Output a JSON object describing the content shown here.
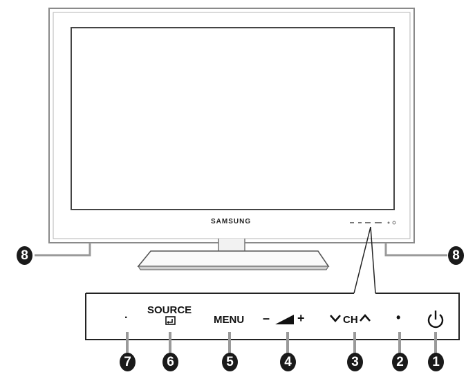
{
  "tv": {
    "brand": "SAMSUNG"
  },
  "panel": {
    "dot_small": "·",
    "source_label": "SOURCE",
    "menu_label": "MENU",
    "volume_minus": "–",
    "volume_plus": "+",
    "channel_label": "CH",
    "dot_large": "•"
  },
  "callouts": [
    {
      "number": "1",
      "target": "power-button"
    },
    {
      "number": "2",
      "target": "power-indicator"
    },
    {
      "number": "3",
      "target": "channel-buttons"
    },
    {
      "number": "4",
      "target": "volume-buttons"
    },
    {
      "number": "5",
      "target": "menu-button"
    },
    {
      "number": "6",
      "target": "source-button"
    },
    {
      "number": "7",
      "target": "remote-sensor"
    },
    {
      "number": "8",
      "target": "speaker"
    }
  ],
  "colors": {
    "bezel_outline": "#8a8a8a",
    "line": "#9a9a9a",
    "ink": "#111111"
  },
  "icons": {
    "power": "power-icon",
    "input": "input-source-icon",
    "volume": "volume-wedge-icon",
    "channel_down": "chevron-down-icon",
    "channel_up": "chevron-up-icon"
  }
}
